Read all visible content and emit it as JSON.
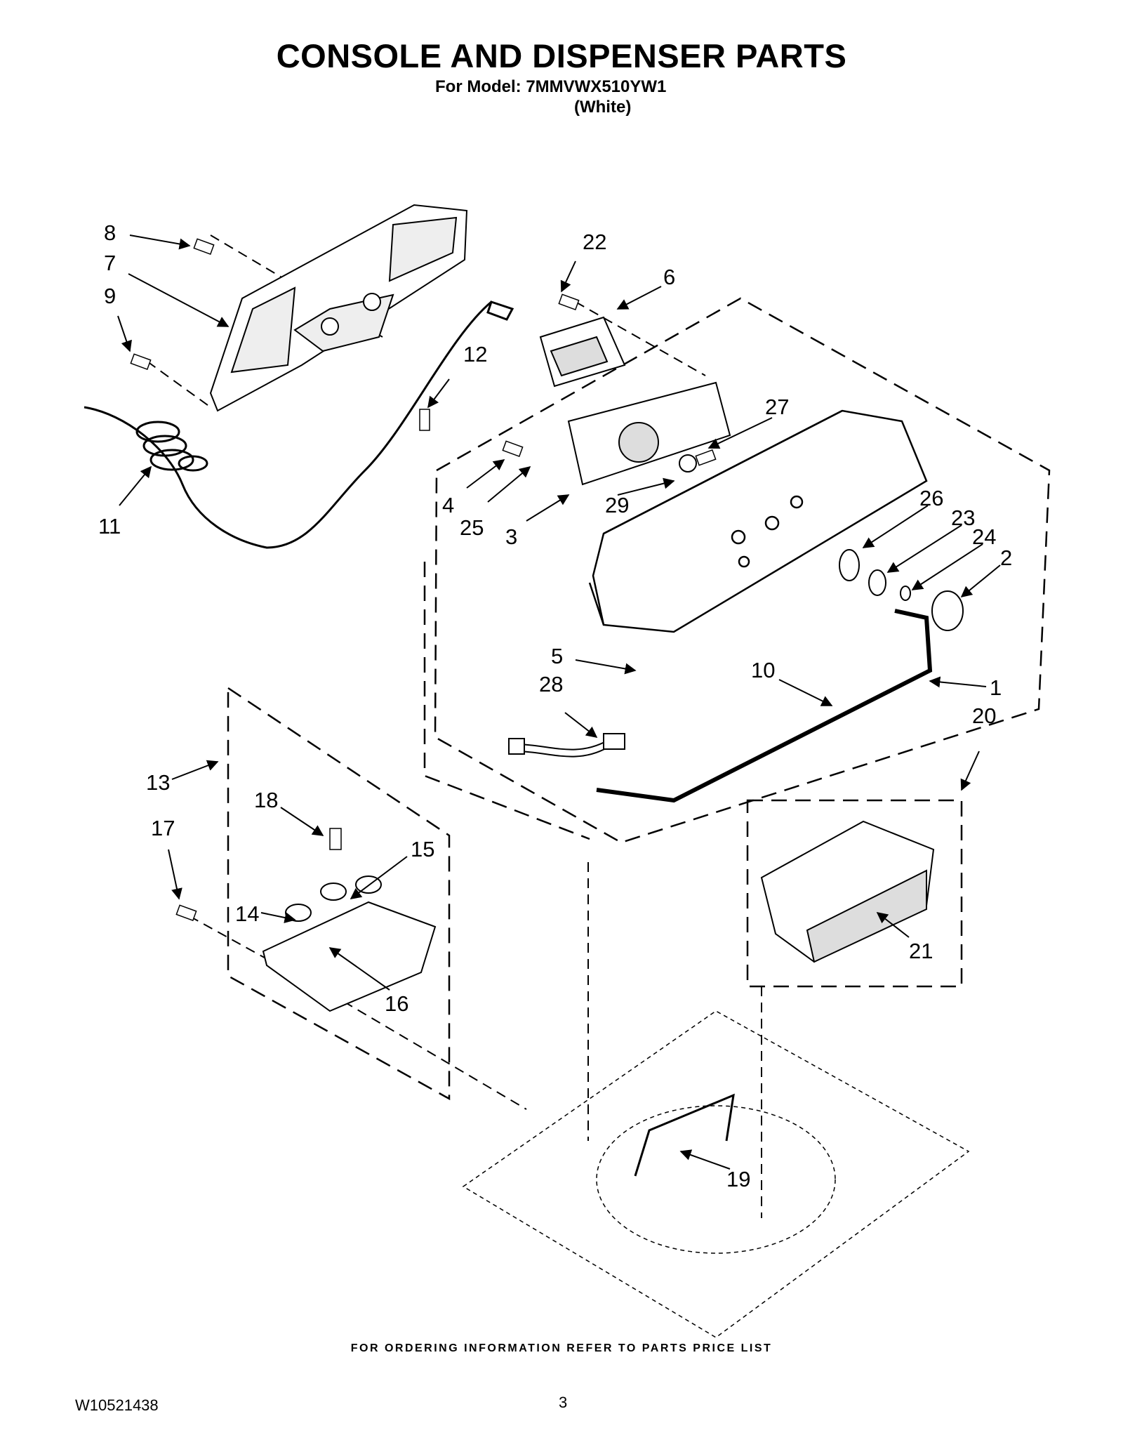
{
  "header": {
    "title": "CONSOLE AND DISPENSER PARTS",
    "model_line": "For Model: 7MMVWX510YW1",
    "color_line": "(White)"
  },
  "footer": {
    "note": "FOR ORDERING INFORMATION REFER TO PARTS PRICE LIST",
    "doc_number": "W10521438",
    "page_number": "3"
  },
  "callouts": [
    "1",
    "2",
    "3",
    "4",
    "5",
    "6",
    "7",
    "8",
    "9",
    "10",
    "11",
    "12",
    "13",
    "14",
    "15",
    "16",
    "17",
    "18",
    "19",
    "20",
    "21",
    "22",
    "23",
    "24",
    "25",
    "26",
    "27",
    "28",
    "29"
  ],
  "colors": {
    "ink": "#000000",
    "paper": "#ffffff"
  }
}
